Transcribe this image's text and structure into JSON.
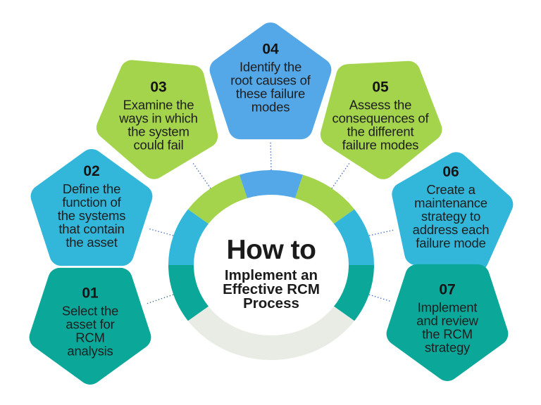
{
  "center": {
    "title": "How to",
    "subtitle": "Implement an\nEffective RCM\nProcess"
  },
  "steps": [
    {
      "number": "01",
      "text": "Select the\nasset for\nRCM\nanalysis",
      "color_name": "teal"
    },
    {
      "number": "02",
      "text": "Define the\nfunction of\nthe systems\nthat contain\nthe asset",
      "color_name": "cyan"
    },
    {
      "number": "03",
      "text": "Examine the\nways in which\nthe system\ncould fail",
      "color_name": "green"
    },
    {
      "number": "04",
      "text": "Identify the\nroot causes of\nthese failure\nmodes",
      "color_name": "blue"
    },
    {
      "number": "05",
      "text": "Assess the\nconsequences of\nthe different\nfailure modes",
      "color_name": "green"
    },
    {
      "number": "06",
      "text": "Create a\nmaintenance\nstrategy to\naddress each\nfailure mode",
      "color_name": "cyan"
    },
    {
      "number": "07",
      "text": "Implement\nand review\nthe RCM\nstrategy",
      "color_name": "teal"
    }
  ],
  "colors": {
    "teal": "#0ba89a",
    "cyan": "#32b7db",
    "green": "#a4d44b",
    "blue": "#54a8e8",
    "ring_gap_gray": "#e9ece4",
    "connector": "#4169c0",
    "text": "#1c1c1c",
    "background": "#ffffff"
  }
}
